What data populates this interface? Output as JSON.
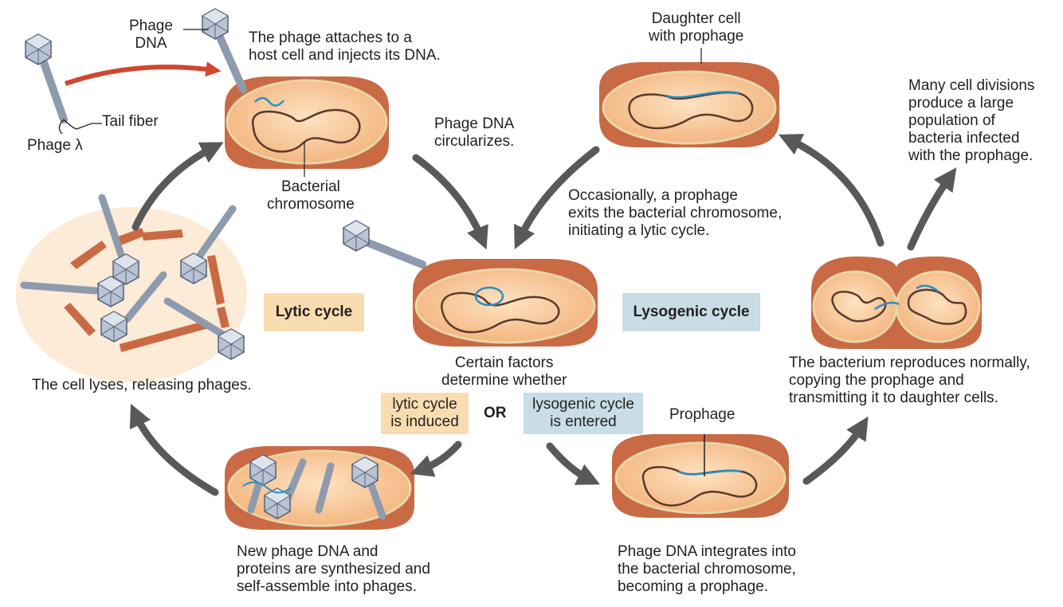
{
  "labels": {
    "phage_dna": "Phage\nDNA",
    "tail_fiber": "Tail fiber",
    "phage_lambda": "Phage λ",
    "attach": "The phage attaches to a\nhost cell and injects its DNA.",
    "bacterial_chromosome": "Bacterial\nchromosome",
    "circularizes": "Phage DNA\ncircularizes.",
    "daughter_cell": "Daughter cell\nwith prophage",
    "many_divisions": "Many cell divisions\nproduce a large\npopulation of\nbacteria infected\nwith the prophage.",
    "occasionally": "Occasionally, a prophage\nexits the bacterial chromosome,\ninitiating a lytic cycle.",
    "lytic_cycle": "Lytic cycle",
    "lysogenic_cycle": "Lysogenic cycle",
    "lyses": "The cell lyses, releasing phages.",
    "certain_factors": "Certain factors\ndetermine whether",
    "lytic_induced": "lytic cycle\nis induced",
    "or": "OR",
    "lysogenic_entered": "lysogenic cycle\nis entered",
    "reproduces": "The bacterium reproduces normally,\ncopying the prophage and\ntransmitting it to daughter cells.",
    "prophage": "Prophage",
    "synthesized": "New phage DNA and\nproteins are synthesized and\nself-assemble into phages.",
    "integrates": "Phage DNA integrates into\nthe bacterial chromosome,\nbecoming a prophage."
  },
  "colors": {
    "lytic_box": "#f8ddb0",
    "lysogenic_box": "#c8dde5",
    "cycle_arrow": "#58595b",
    "inject_arrow": "#d2452f",
    "cell_wall": "#d67f58",
    "cytoplasm": "#f6c08d",
    "chromosome": "#5a3a2e",
    "phage_dna": "#2a8fc4"
  }
}
